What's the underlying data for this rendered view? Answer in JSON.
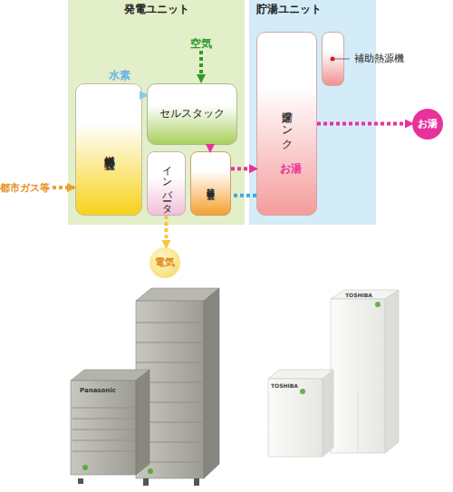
{
  "diagram": {
    "nodes": [
      {
        "text": [
          "発電ユニット"
        ]
      },
      {
        "text": [
          "燃料処理装置"
        ],
        "in": 0
      },
      {
        "text": [
          "セルスタック"
        ],
        "in": 0
      },
      {
        "text": [
          "インバータ"
        ],
        "in": 0
      },
      {
        "text": [
          "排熱回収装置"
        ],
        "in": 0
      },
      {
        "text": [
          "貯湯ユニット"
        ]
      },
      {
        "text": [
          "貯湯タンク"
        ],
        "in": 5
      },
      {
        "text": [
          "補助熱源機"
        ],
        "in": 5
      },
      {
        "text": [
          "お湯"
        ]
      },
      {
        "text": [
          "電気"
        ]
      }
    ],
    "edges": [
      {
        "from": 1,
        "to": 2,
        "label": "水素",
        "arrow": "to"
      },
      {
        "from": 2,
        "to": 4,
        "arrow": "to"
      },
      {
        "from": 4,
        "to": 6,
        "label": "お湯",
        "arrow": "to"
      },
      {
        "from": 6,
        "to": 4,
        "arrow": "none"
      },
      {
        "from": 6,
        "to": 8,
        "arrow": "to"
      },
      {
        "from": 3,
        "to": 9,
        "arrow": "to"
      }
    ],
    "labels": [
      "空気",
      "都市ガス等",
      "Panasonic",
      "TOSHIBA",
      "TOSHIBA"
    ]
  }
}
